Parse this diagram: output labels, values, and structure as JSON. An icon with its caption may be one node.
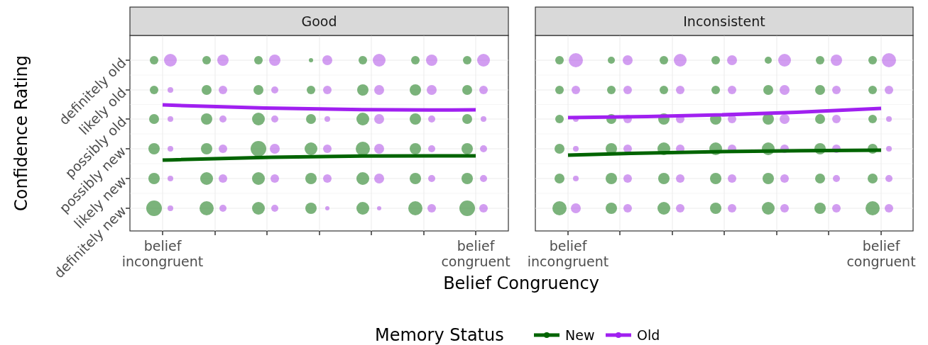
{
  "diagram": {
    "labels": [
      "Good",
      "Inconsistent",
      "definitely old",
      "likely old",
      "possibly old",
      "possibly new",
      "likely new",
      "definitely new",
      "belief incongruent",
      "belief congruent",
      "belief incongruent",
      "belief congruent",
      "Confidence Rating",
      "Belief Congruency",
      "Memory Status"
    ],
    "legend": [
      {
        "text": "New"
      },
      {
        "text": "Old"
      }
    ]
  }
}
